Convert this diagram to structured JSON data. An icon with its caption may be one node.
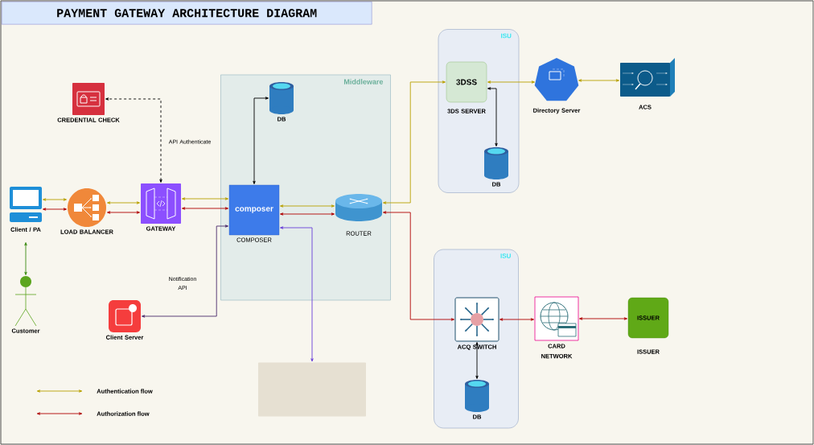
{
  "diagram": {
    "title": "PAYMENT GATEWAY ARCHITECTURE DIAGRAM",
    "nodes": [
      {
        "text": [
          "Middleware"
        ]
      },
      {
        "text": [
          "ISU"
        ]
      },
      {
        "text": [
          "ISU"
        ]
      },
      {
        "text": [],
        "shape": "box",
        "beside": [
          "CREDENTIAL CHECK"
        ]
      },
      {
        "text": [],
        "shape": "computer",
        "beside": [
          "Client / PA"
        ]
      },
      {
        "text": [],
        "shape": "circle",
        "beside": [
          "LOAD BALANCER"
        ]
      },
      {
        "text": [],
        "shape": "box",
        "beside": [
          "GATEWAY"
        ]
      },
      {
        "text": [],
        "shape": "person",
        "beside": [
          "Customer"
        ]
      },
      {
        "text": [],
        "shape": "box",
        "beside": [
          "Client Server"
        ]
      },
      {
        "text": [],
        "shape": "cylinder",
        "beside": [
          "DB"
        ],
        "in": 0
      },
      {
        "text": [
          "composer"
        ],
        "beside": [
          "COMPOSER"
        ],
        "in": 0
      },
      {
        "text": [],
        "shape": "router",
        "beside": [
          "ROUTER"
        ],
        "in": 0
      },
      {
        "text": [
          "3DSS"
        ],
        "beside": [
          "3DS SERVER"
        ],
        "in": 1
      },
      {
        "text": [],
        "shape": "cylinder",
        "beside": [
          "DB"
        ],
        "in": 1
      },
      {
        "text": [],
        "shape": "hexagon",
        "beside": [
          "Directory Server"
        ]
      },
      {
        "text": [],
        "shape": "box",
        "beside": [
          "ACS"
        ]
      },
      {
        "text": [],
        "shape": "box",
        "beside": [
          "ACQ SWITCH"
        ],
        "in": 2
      },
      {
        "text": [],
        "shape": "cylinder",
        "beside": [
          "DB"
        ],
        "in": 2
      },
      {
        "text": [],
        "shape": "box",
        "beside": [
          "CARD NETWORK"
        ]
      },
      {
        "text": [
          "ISSUER"
        ],
        "beside": [
          "ISSUER"
        ]
      },
      {
        "text": [],
        "shape": "box"
      }
    ],
    "edges": [
      {
        "from": 4,
        "to": 5,
        "arrow": "both",
        "color": "#b8a000"
      },
      {
        "from": 4,
        "to": 5,
        "arrow": "both",
        "color": "#b00000"
      },
      {
        "from": 5,
        "to": 6,
        "arrow": "both",
        "color": "#b8a000"
      },
      {
        "from": 5,
        "to": 6,
        "arrow": "both",
        "color": "#b00000"
      },
      {
        "from": 6,
        "to": 10,
        "arrow": "both",
        "color": "#b8a000"
      },
      {
        "from": 6,
        "to": 10,
        "arrow": "both",
        "color": "#b00000"
      },
      {
        "from": 6,
        "to": 3,
        "arrow": "both",
        "style": "dashed",
        "color": "#000000",
        "label": "API Authenticate"
      },
      {
        "from": 4,
        "to": 7,
        "arrow": "both",
        "color": "#3a8a10"
      },
      {
        "from": 8,
        "to": 10,
        "arrow": "both",
        "color": "#4b2a6b",
        "label": "Notification API"
      },
      {
        "from": 10,
        "to": 9,
        "arrow": "both",
        "color": "#000000"
      },
      {
        "from": 10,
        "to": 11,
        "arrow": "both",
        "color": "#b8a000"
      },
      {
        "from": 10,
        "to": 11,
        "arrow": "both",
        "color": "#b00000"
      },
      {
        "from": 10,
        "to": 20,
        "arrow": "both",
        "color": "#6a3fd8"
      },
      {
        "from": 11,
        "to": 12,
        "arrow": "both",
        "color": "#b8a000"
      },
      {
        "from": 11,
        "to": 16,
        "arrow": "both",
        "color": "#b00000"
      },
      {
        "from": 12,
        "to": 14,
        "arrow": "both",
        "color": "#b8a000"
      },
      {
        "from": 12,
        "to": 13,
        "arrow": "both",
        "color": "#000000"
      },
      {
        "from": 14,
        "to": 15,
        "arrow": "both",
        "color": "#b8a000"
      },
      {
        "from": 16,
        "to": 18,
        "arrow": "both",
        "color": "#b00000"
      },
      {
        "from": 18,
        "to": 19,
        "arrow": "both",
        "color": "#b00000"
      },
      {
        "from": 16,
        "to": 17,
        "arrow": "both",
        "color": "#000000"
      }
    ],
    "legend": [
      {
        "text": "Authentication flow"
      },
      {
        "text": "Authorization flow"
      }
    ]
  }
}
